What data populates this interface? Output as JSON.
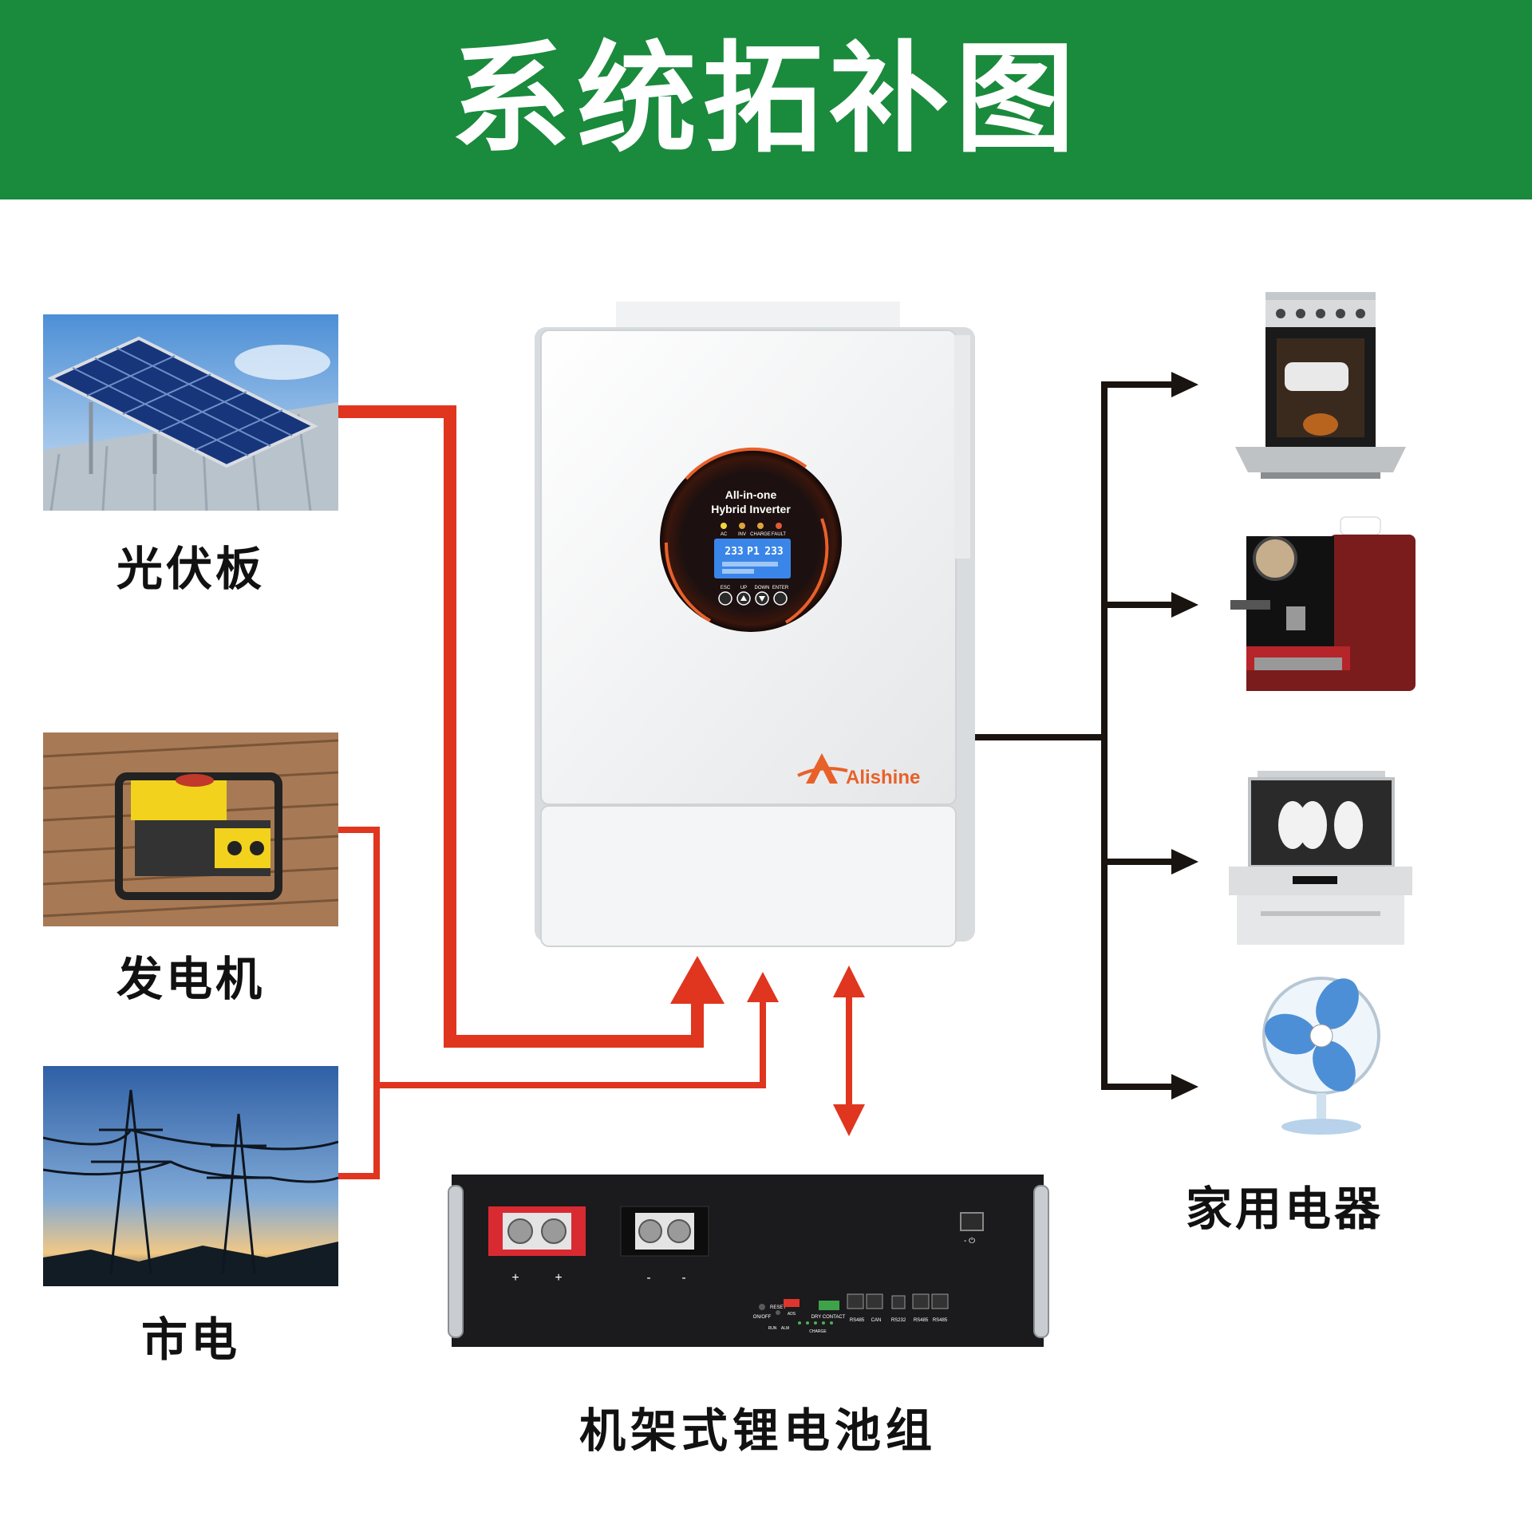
{
  "header": {
    "title": "系统拓补图"
  },
  "sources": {
    "pv_label": "光伏板",
    "generator_label": "发电机",
    "grid_label": "市电"
  },
  "inverter": {
    "display_line1": "All-in-one",
    "display_line2": "Hybrid Inverter",
    "led_ac": "AC",
    "led_inv": "INV",
    "led_charge": "CHARGE",
    "led_fault": "FAULT",
    "lcd_left": "233",
    "lcd_mid": "P1",
    "lcd_right": "233",
    "btn_esc": "ESC",
    "btn_up": "UP",
    "btn_down": "DOWN",
    "btn_enter": "ENTER",
    "brand": "Alishine"
  },
  "battery": {
    "label": "机架式锂电池组",
    "plus1": "+",
    "plus2": "+",
    "minus1": "-",
    "minus2": "-",
    "onoff": "ON/OFF",
    "reset": "RESET",
    "adr": "ADS",
    "dry_contact": "DRY CONTACT",
    "run": "RUN",
    "alm": "ALM",
    "charge": "CHARGE",
    "rs485_a": "RS485",
    "can": "CAN",
    "rs232": "RS232",
    "rs485_b": "RS485",
    "rs485_c": "RS485"
  },
  "loads": {
    "label": "家用电器"
  },
  "colors": {
    "header": "#1a8a3c",
    "ac_line": "#e0351f",
    "load_line": "#1a1410"
  }
}
